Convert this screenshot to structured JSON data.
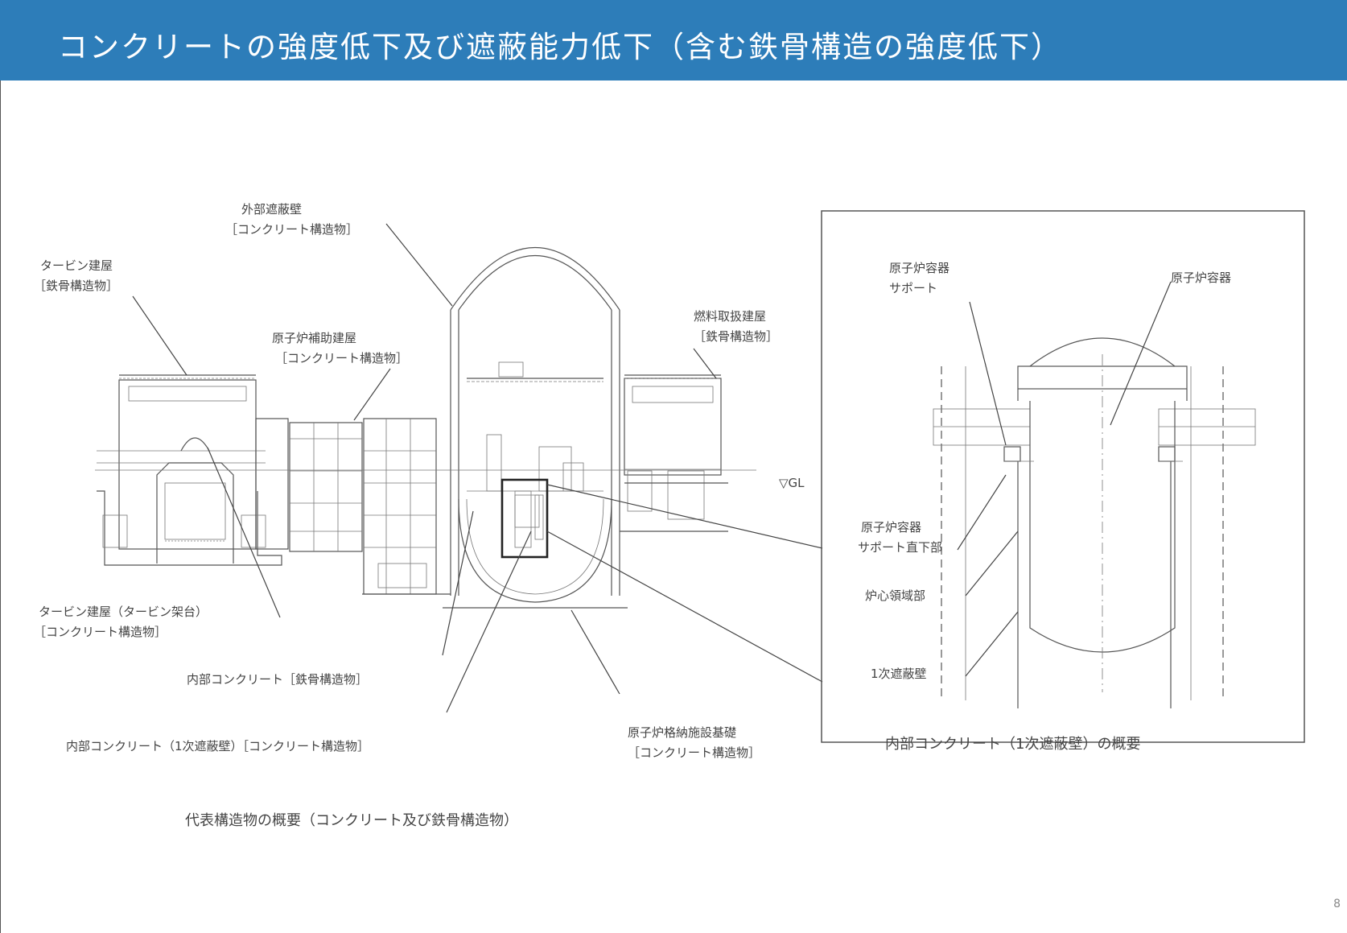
{
  "header": {
    "title": "コンクリートの強度低下及び遮蔽能力低下（含む鉄骨構造の強度低下）"
  },
  "main_diagram": {
    "labels": {
      "outer_shield_1": "外部遮蔽壁",
      "outer_shield_2": "［コンクリート構造物］",
      "turbine_bldg_1": "タービン建屋",
      "turbine_bldg_2": "［鉄骨構造物］",
      "aux_bldg_1": "原子炉補助建屋",
      "aux_bldg_2": "［コンクリート構造物］",
      "fuel_bldg_1": "燃料取扱建屋",
      "fuel_bldg_2": "［鉄骨構造物］",
      "gl": "▽GL",
      "turbine_pedestal_1": "タービン建屋（タービン架台）",
      "turbine_pedestal_2": "［コンクリート構造物］",
      "inner_concrete_steel": "内部コンクリート［鉄骨構造物］",
      "inner_concrete_primary": "内部コンクリート（1次遮蔽壁）［コンクリート構造物］",
      "containment_base_1": "原子炉格納施設基礎",
      "containment_base_2": "［コンクリート構造物］"
    },
    "caption": "代表構造物の概要（コンクリート及び鉄骨構造物）"
  },
  "detail_diagram": {
    "labels": {
      "vessel_support_1": "原子炉容器",
      "vessel_support_2": "サポート",
      "vessel": "原子炉容器",
      "support_under_1": "原子炉容器",
      "support_under_2": "サポート直下部",
      "core_region": "炉心領域部",
      "primary_shield": "1次遮蔽壁"
    },
    "caption": "内部コンクリート（1次遮蔽壁）の概要"
  },
  "page_number": "8"
}
